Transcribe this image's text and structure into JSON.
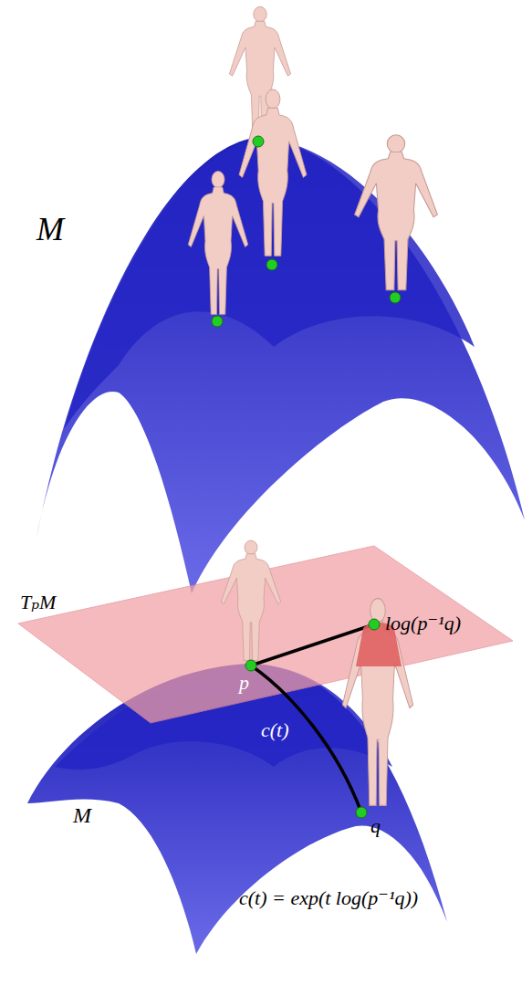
{
  "diagram": {
    "labels": [
      "M",
      "TₚM",
      "p",
      "log(p⁻¹q)",
      "c(t)",
      "q",
      "M",
      "c(t) = exp(t log(p⁻¹q))"
    ]
  }
}
